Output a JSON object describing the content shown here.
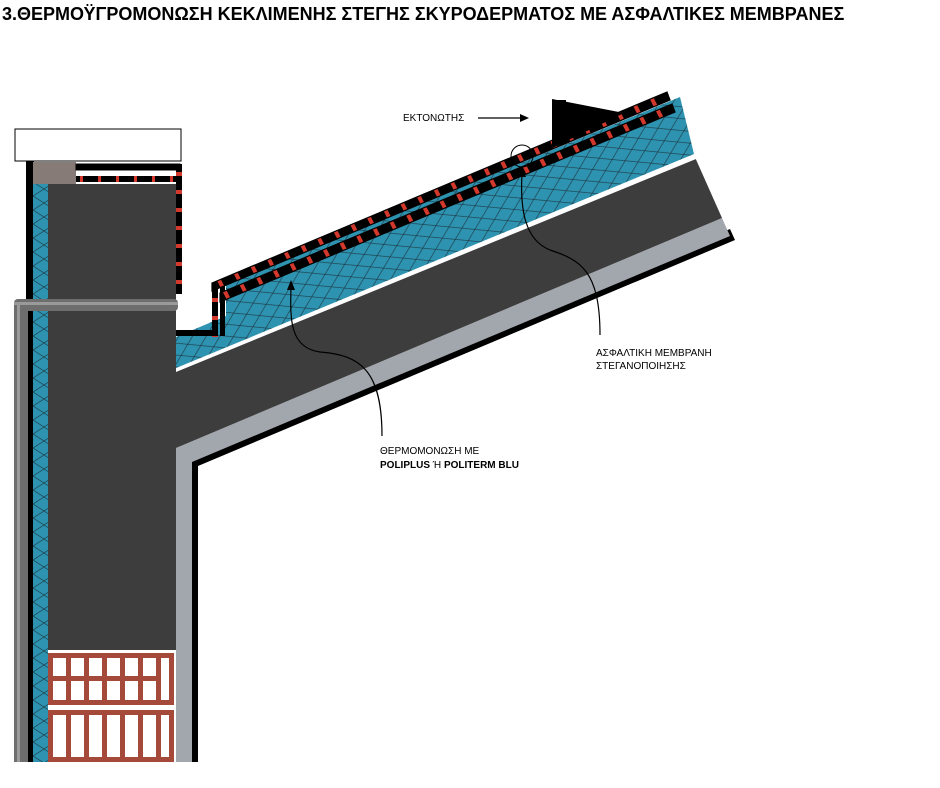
{
  "title": "3.ΘΕΡΜΟΫΓΡΟΜΟΝΩΣΗ ΚΕΚΛΙΜΕΝΗΣ ΣΤΕΓΗΣ ΣΚΥΡΟΔΕΡΜΑΤΟΣ ΜΕ ΑΣΦΑΛΤΙΚΕΣ ΜΕΜΒΡΑΝΕΣ",
  "labels": {
    "vent": "ΕΚΤΟΝΩΤΗΣ",
    "membrane_line1": "ΑΣΦΑΛΤΙΚΗ ΜΕΜΒΡΑΝΗ",
    "membrane_line2": "ΣΤΕΓΑΝΟΠΟΙΗΣΗΣ",
    "insulation_line1": "ΘΕΡΜΟΜΟΝΩΣΗ ΜΕ",
    "insulation_prod1": "POLIPLUS",
    "insulation_or": " Ή ",
    "insulation_prod2": "POLITERM BLU"
  },
  "colors": {
    "concrete": "#3d3d3d",
    "insulation": "#2e93b0",
    "plaster": "#a2a7ae",
    "brick": "#a5493a",
    "membrane": "#000000",
    "membrane_stripe": "#d2392c",
    "coping": "#877b78"
  }
}
